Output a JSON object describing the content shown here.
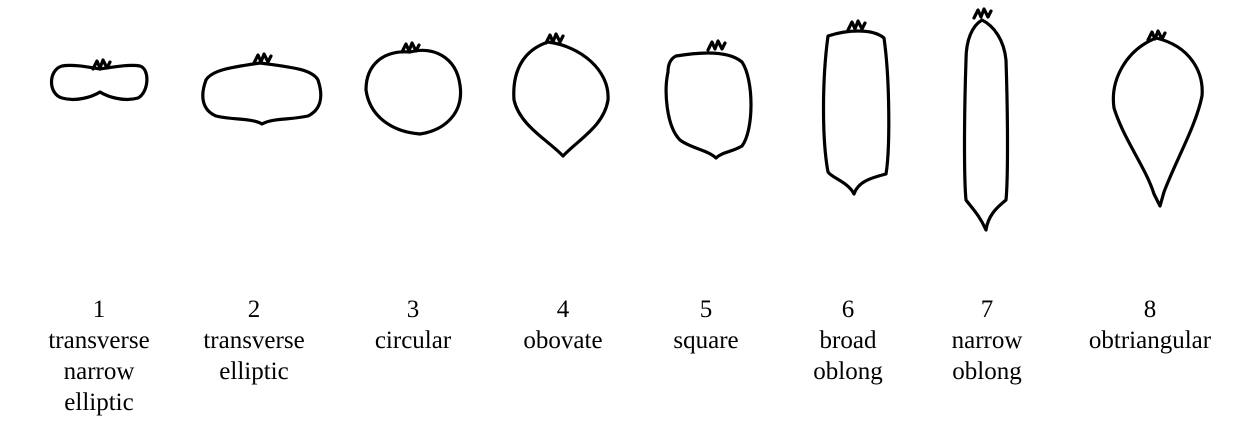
{
  "title": "",
  "shapes": [
    {
      "number": "1",
      "lines": [
        "transverse",
        "narrow",
        "elliptic"
      ],
      "icon": "transverse-narrow-elliptic-outline"
    },
    {
      "number": "2",
      "lines": [
        "transverse",
        "elliptic"
      ],
      "icon": "transverse-elliptic-outline"
    },
    {
      "number": "3",
      "lines": [
        "circular"
      ],
      "icon": "circular-outline"
    },
    {
      "number": "4",
      "lines": [
        "obovate"
      ],
      "icon": "obovate-outline"
    },
    {
      "number": "5",
      "lines": [
        "square"
      ],
      "icon": "square-outline"
    },
    {
      "number": "6",
      "lines": [
        "broad",
        "oblong"
      ],
      "icon": "broad-oblong-outline"
    },
    {
      "number": "7",
      "lines": [
        "narrow",
        "oblong"
      ],
      "icon": "narrow-oblong-outline"
    },
    {
      "number": "8",
      "lines": [
        "obtriangular"
      ],
      "icon": "obtriangular-outline"
    }
  ],
  "colors": {
    "stroke": "#000000",
    "background": "#ffffff"
  }
}
